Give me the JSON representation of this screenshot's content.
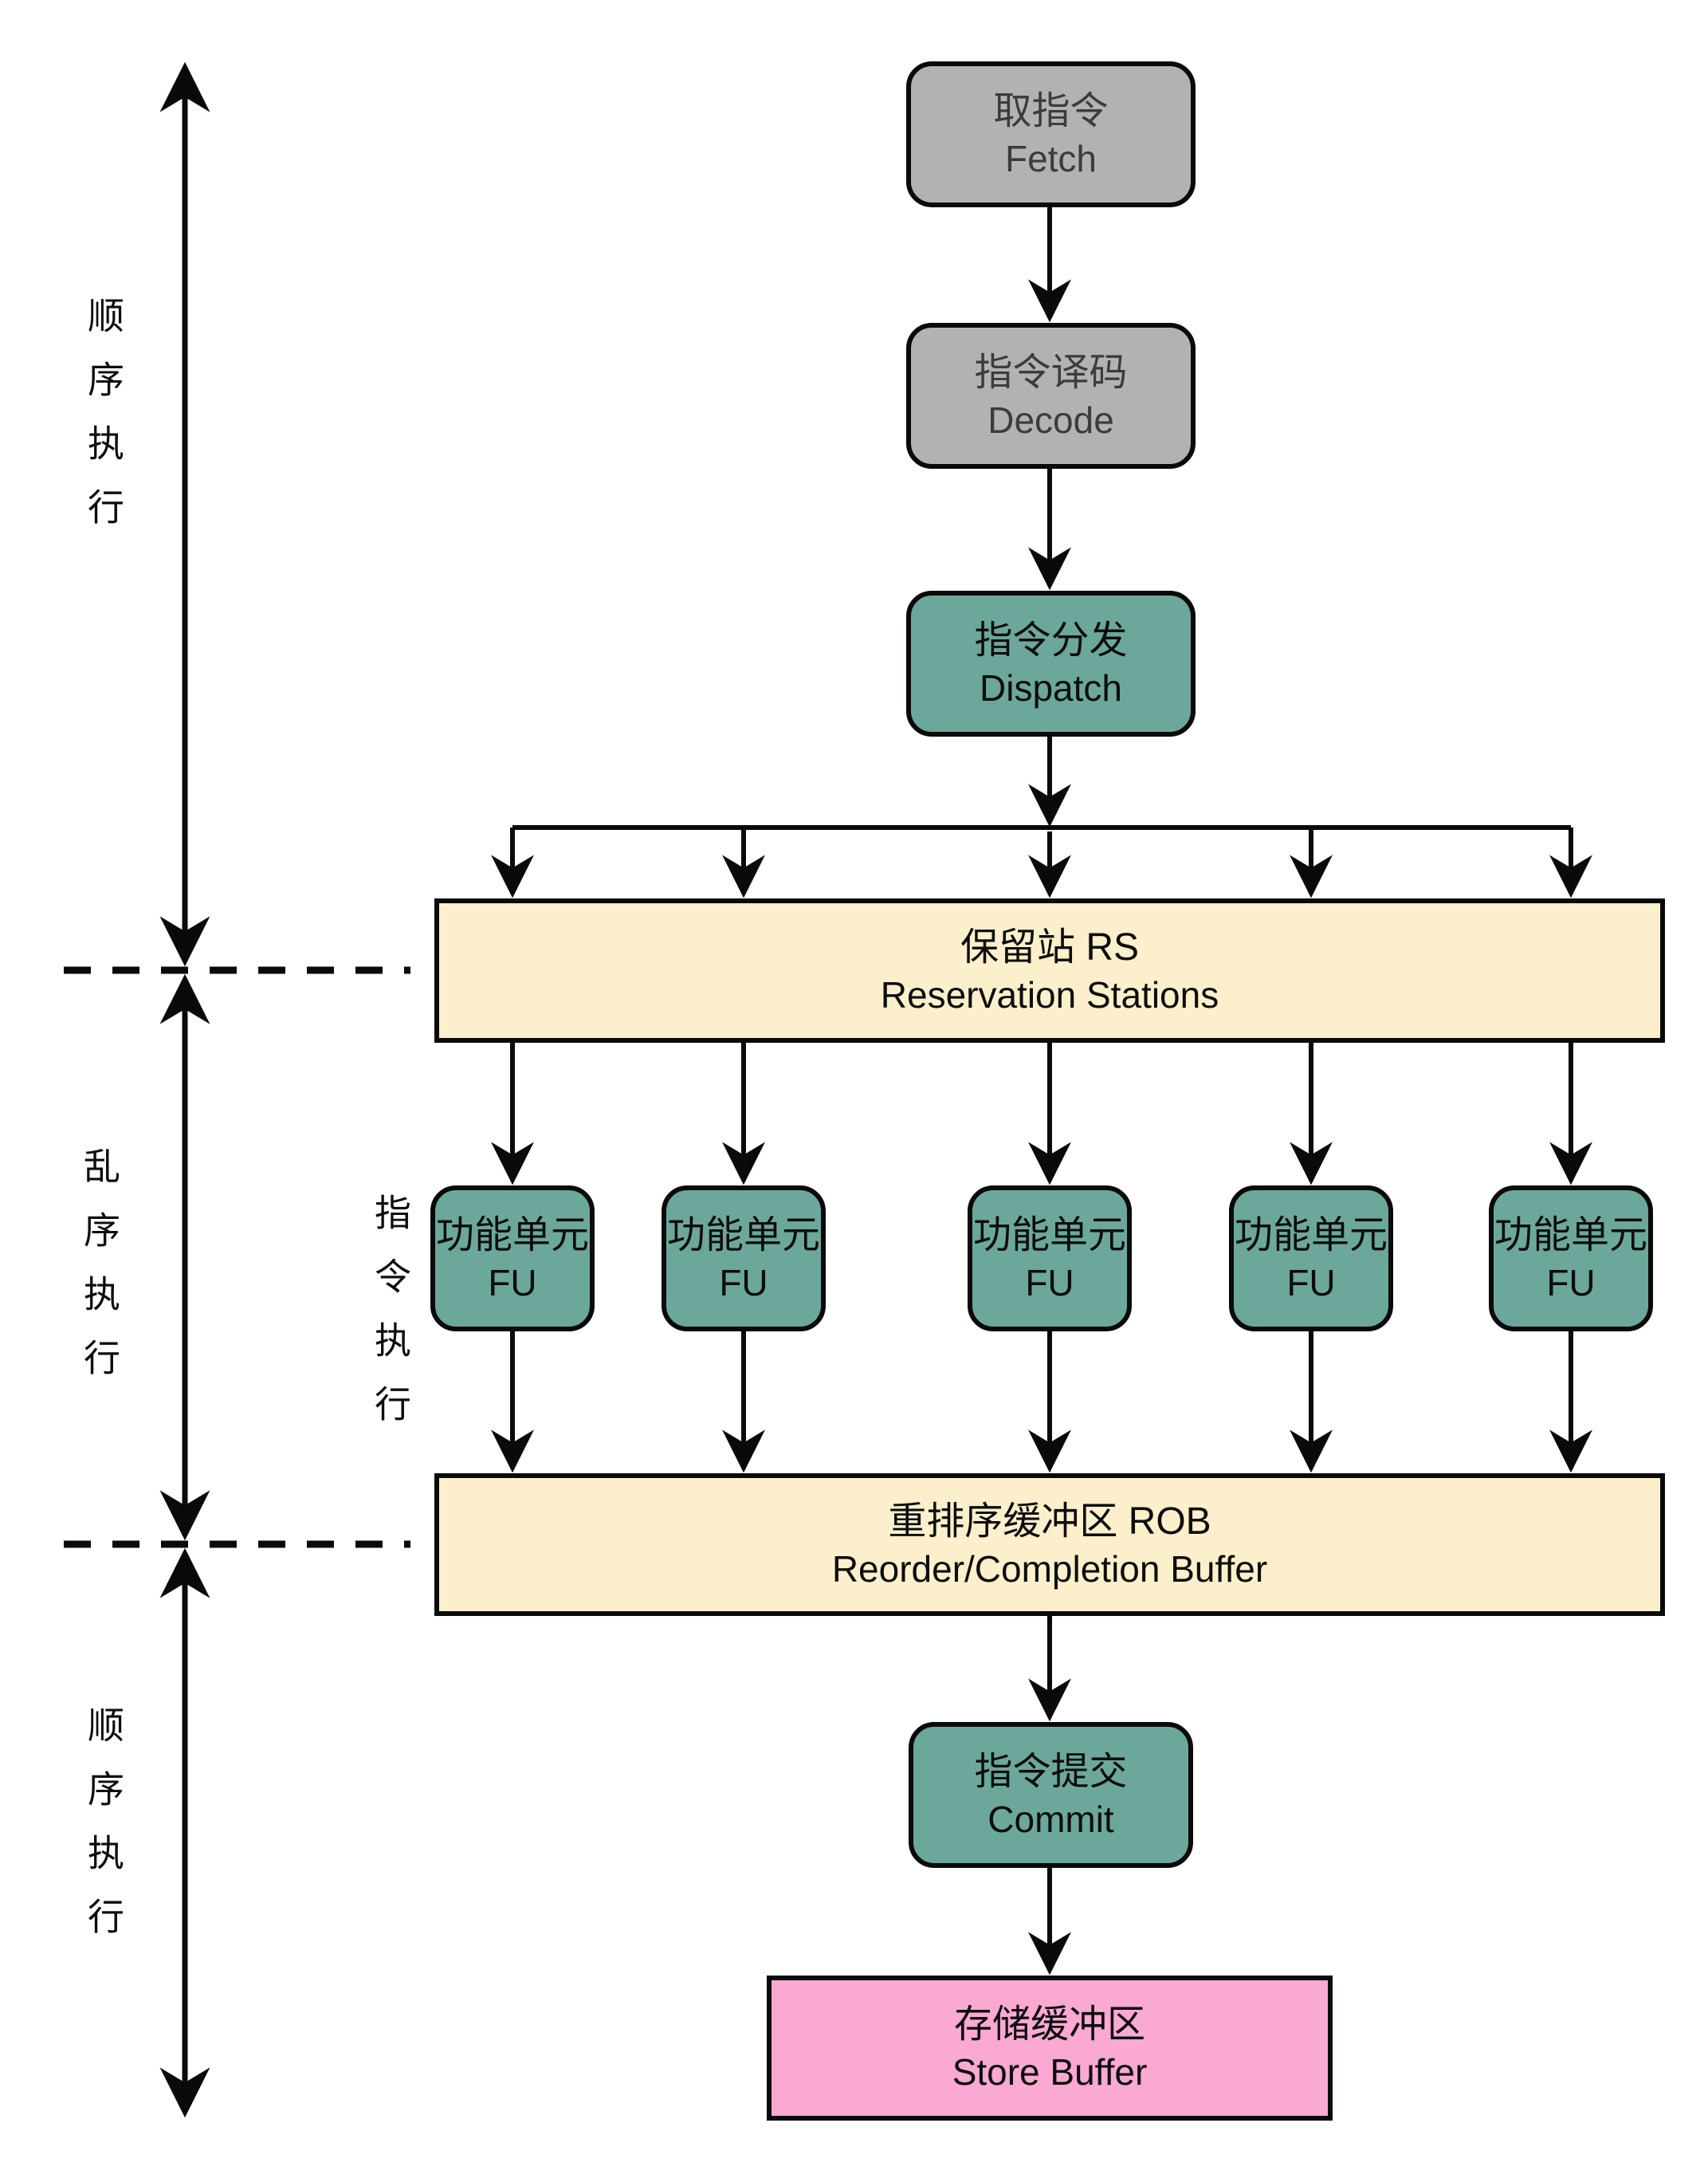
{
  "diagram_title": "out-of-order-cpu-pipeline",
  "nodes": {
    "fetch": {
      "zh": "取指令",
      "en": "Fetch"
    },
    "decode": {
      "zh": "指令译码",
      "en": "Decode"
    },
    "dispatch": {
      "zh": "指令分发",
      "en": "Dispatch"
    },
    "rs": {
      "zh": "保留站 RS",
      "en": "Reservation Stations"
    },
    "fu": {
      "zh": "功能单元",
      "en": "FU"
    },
    "rob": {
      "zh": "重排序缓冲区 ROB",
      "en": "Reorder/Completion Buffer"
    },
    "commit": {
      "zh": "指令提交",
      "en": "Commit"
    },
    "store": {
      "zh": "存储缓冲区",
      "en": "Store Buffer"
    }
  },
  "side_labels": {
    "in_order_top": "顺序执行",
    "out_of_order": "乱序执行",
    "in_order_bottom": "顺序执行",
    "fu_row": "指令执行"
  },
  "fu_count": 5,
  "colors": {
    "stage_gray": "#b2b2b2",
    "stage_teal": "#6ba89b",
    "buffer_cream": "#fbf0cb",
    "store_pink": "#f9a9d2",
    "line_black": "#0a0a0a",
    "gray_text": "#3c3c3c",
    "background": "#ffffff"
  }
}
